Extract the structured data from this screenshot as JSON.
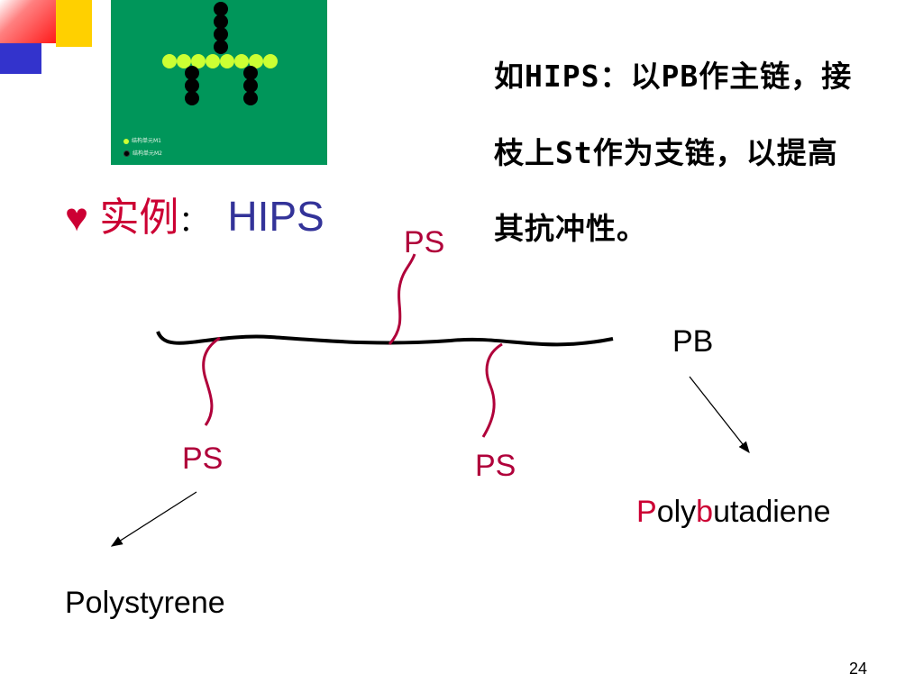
{
  "slide": {
    "main_text": [
      "如HIPS：以PB作主链，接",
      "枝上St作为支链，以提高",
      "其抗冲性。"
    ],
    "example_heart": "♥",
    "example_word": "实例",
    "example_colon": "：",
    "example_value": "HIPS",
    "page_number": "24"
  },
  "structure_image": {
    "legend": [
      {
        "label": "结构单元M1",
        "color": "#ccff33"
      },
      {
        "label": "结构单元M2",
        "color": "#000000"
      }
    ]
  },
  "diagram": {
    "branch_top": "PS",
    "branch_left": "PS",
    "branch_right": "PS",
    "backbone_label": "PB",
    "polystyrene": "Polystyrene",
    "polybutadiene": {
      "p": "P",
      "oly": "oly",
      "b": "b",
      "rest": "utadiene"
    }
  },
  "colors": {
    "branch": "#b0003a",
    "accent_red": "#cc0033",
    "hips_blue": "#333399",
    "green_bg": "#00965a"
  }
}
